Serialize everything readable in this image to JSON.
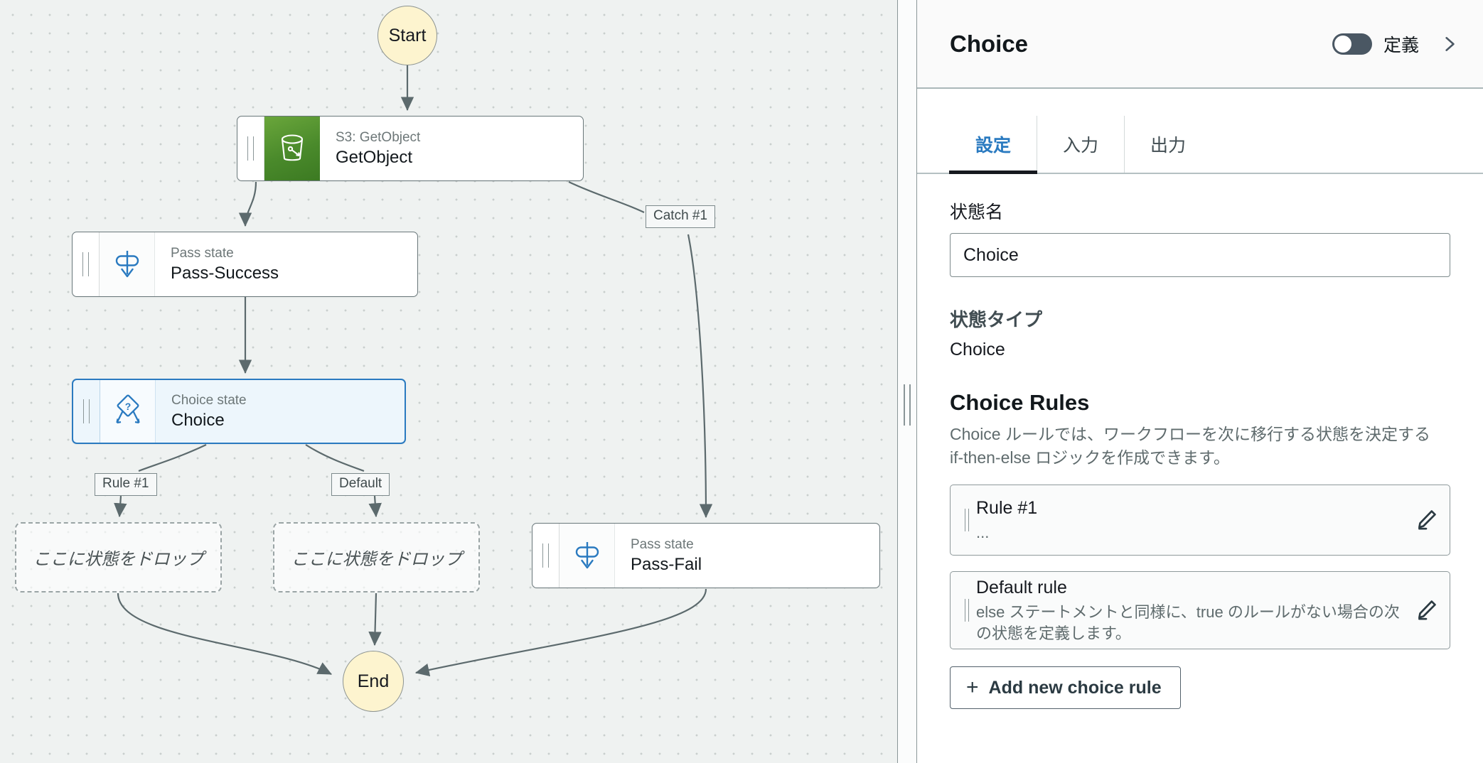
{
  "canvas": {
    "nodes": [
      {
        "id": "start",
        "kind": "terminal",
        "label": "Start"
      },
      {
        "id": "s3",
        "kind": "state",
        "type_label": "S3: GetObject",
        "name": "GetObject",
        "icon": "s3-bucket-icon"
      },
      {
        "id": "pass-success",
        "kind": "state",
        "type_label": "Pass state",
        "name": "Pass-Success",
        "icon": "pass-state-icon"
      },
      {
        "id": "choice",
        "kind": "state",
        "type_label": "Choice state",
        "name": "Choice",
        "icon": "choice-state-icon",
        "selected": true
      },
      {
        "id": "pass-fail",
        "kind": "state",
        "type_label": "Pass state",
        "name": "Pass-Fail",
        "icon": "pass-state-icon"
      },
      {
        "id": "end",
        "kind": "terminal",
        "label": "End"
      }
    ],
    "edge_labels": {
      "catch": "Catch #1",
      "rule1": "Rule #1",
      "default": "Default"
    },
    "dropzones": [
      {
        "id": "rule1",
        "text": "ここに状態をドロップ"
      },
      {
        "id": "default",
        "text": "ここに状態をドロップ"
      }
    ]
  },
  "panel": {
    "header": {
      "title": "Choice",
      "toggle_label": "定義",
      "toggle_on": false,
      "collapse_icon": "chevron-right-icon"
    },
    "tabs": [
      {
        "id": "settings",
        "label": "設定",
        "active": true
      },
      {
        "id": "input",
        "label": "入力",
        "active": false
      },
      {
        "id": "output",
        "label": "出力",
        "active": false
      }
    ],
    "state_name": {
      "label": "状態名",
      "value": "Choice",
      "placeholder": "状態名"
    },
    "state_type": {
      "label": "状態タイプ",
      "value": "Choice"
    },
    "choice_rules": {
      "heading": "Choice Rules",
      "description": "Choice ルールでは、ワークフローを次に移行する状態を決定する if-then-else ロジックを作成できます。",
      "rules": [
        {
          "title": "Rule #1",
          "subtitle": "..."
        },
        {
          "title": "Default rule",
          "subtitle": "else ステートメントと同様に、true のルールがない場合の次の状態を定義します。"
        }
      ],
      "add_button": "Add new choice rule",
      "add_icon": "plus-icon",
      "edit_icon": "pencil-icon"
    }
  },
  "colors": {
    "accent": "#2a7ac0",
    "canvas_bg": "#eff2f1",
    "terminal_fill": "#fdf4cf",
    "s3_green": "#4a8a2b",
    "edge_stroke": "#5c6a6d"
  }
}
